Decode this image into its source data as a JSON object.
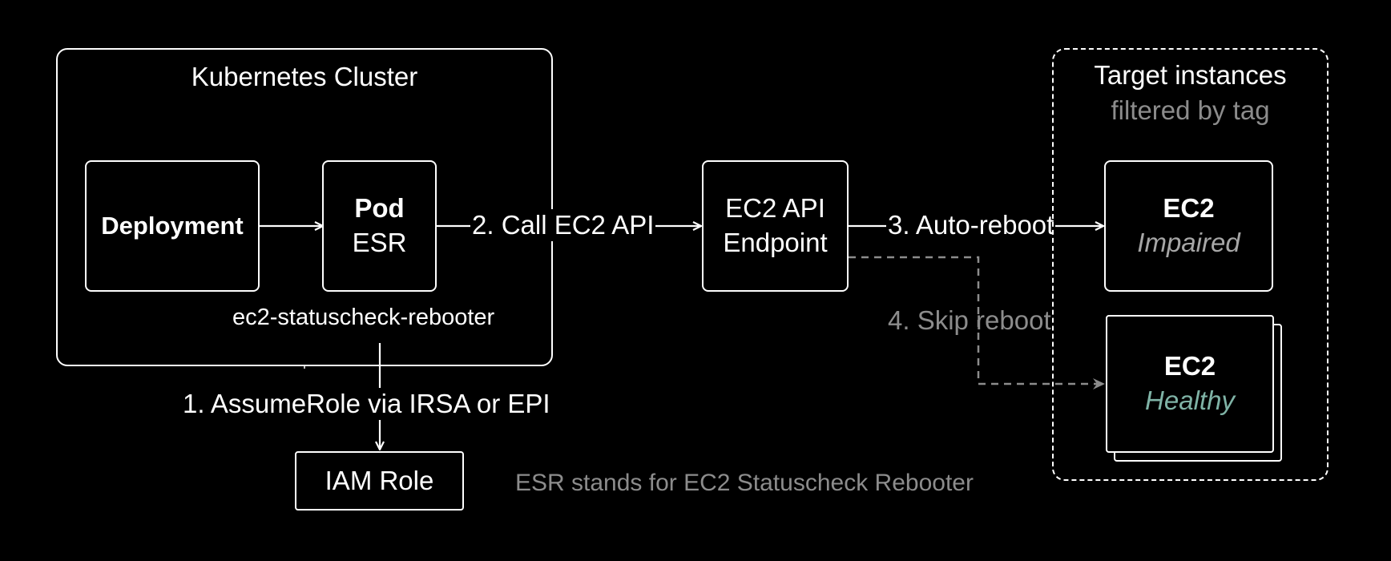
{
  "cluster": {
    "title": "Kubernetes Cluster",
    "service_name": "ec2-statuscheck-rebooter"
  },
  "nodes": {
    "deployment": {
      "label": "Deployment"
    },
    "pod": {
      "title": "Pod",
      "subtitle": "ESR"
    },
    "api_endpoint": {
      "line1": "EC2 API",
      "line2": "Endpoint"
    },
    "iam_role": {
      "label": "IAM Role"
    },
    "ec2_impaired": {
      "title": "EC2",
      "status": "Impaired"
    },
    "ec2_healthy": {
      "title": "EC2",
      "status": "Healthy"
    }
  },
  "target_group": {
    "title": "Target instances",
    "subtitle": "filtered by tag"
  },
  "edges": {
    "step1": "1. AssumeRole via IRSA or EPI",
    "step2": "2. Call EC2 API",
    "step3": "3. Auto-reboot",
    "step4": "4. Skip reboot"
  },
  "footnote": "ESR stands for EC2 Statuscheck Rebooter",
  "colors": {
    "background": "#000000",
    "foreground": "#ffffff",
    "muted": "#8c8c8c",
    "impaired_status": "#a6a6a6",
    "healthy_status": "#7fb3a6"
  }
}
